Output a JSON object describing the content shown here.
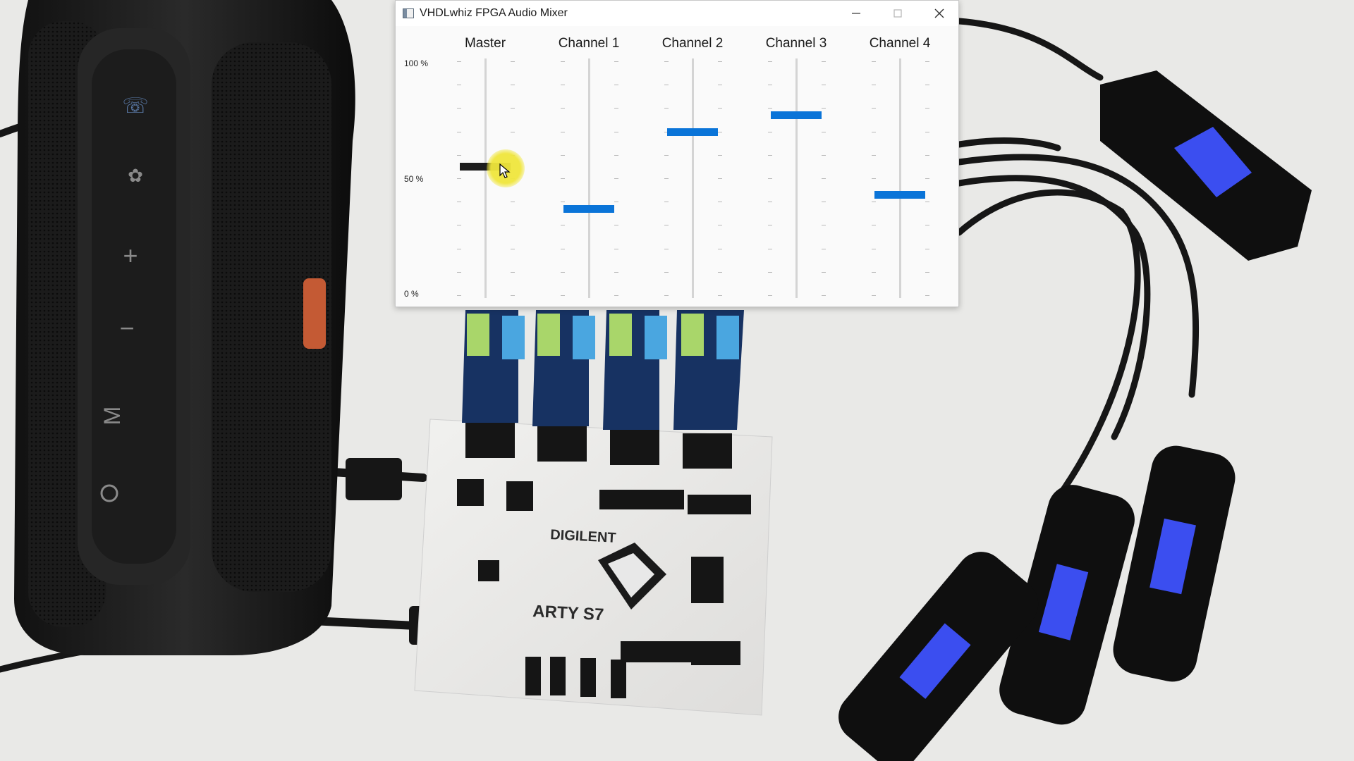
{
  "window": {
    "title": "VHDLwhiz FPGA Audio Mixer",
    "icons": {
      "app": "app-window-icon",
      "minimize": "minimize-icon",
      "maximize": "maximize-icon",
      "close": "close-icon"
    }
  },
  "mixer": {
    "scale_labels": {
      "top": "100 %",
      "mid": "50 %",
      "bottom": "0 %"
    },
    "channels": [
      {
        "label": "Master",
        "level_percent": 55,
        "active": true
      },
      {
        "label": "Channel 1",
        "level_percent": 37,
        "active": false
      },
      {
        "label": "Channel 2",
        "level_percent": 70,
        "active": false
      },
      {
        "label": "Channel 3",
        "level_percent": 77,
        "active": false
      },
      {
        "label": "Channel 4",
        "level_percent": 43,
        "active": false
      }
    ],
    "cursor_on": "Master"
  },
  "background_photo": {
    "board_brand": "DIGILENT",
    "board_name": "ARTY S7"
  },
  "colors": {
    "slider_handle": "#0a74d8",
    "active_handle": "#1d1d1d",
    "cursor_highlight": "#f0e63c"
  }
}
